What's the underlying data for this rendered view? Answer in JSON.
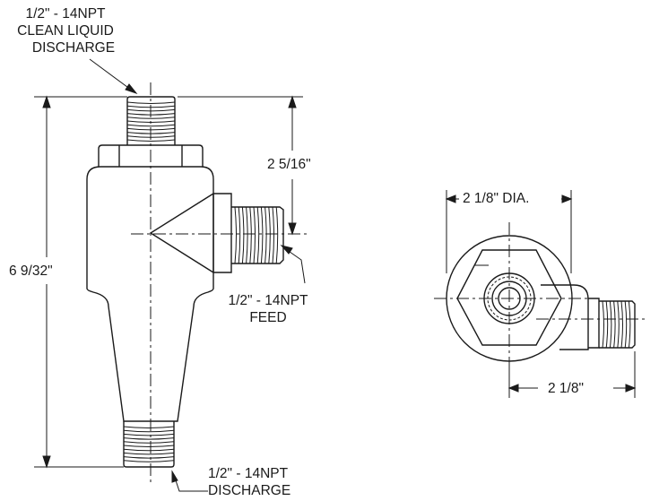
{
  "labels": {
    "top_line1": "1/2\" - 14NPT",
    "top_line2": "CLEAN LIQUID",
    "top_line3": "DISCHARGE",
    "feed_line1": "1/2\" - 14NPT",
    "feed_line2": "FEED",
    "bottom_line1": "1/2\" - 14NPT",
    "bottom_line2": "DISCHARGE",
    "overall_height": "6  9/32\"",
    "upper_height": "2  5/16\"",
    "diameter": "2  1/8\" DIA.",
    "width": "2  1/8\""
  },
  "colors": {
    "line": "#1a1a1a",
    "background": "#ffffff"
  }
}
